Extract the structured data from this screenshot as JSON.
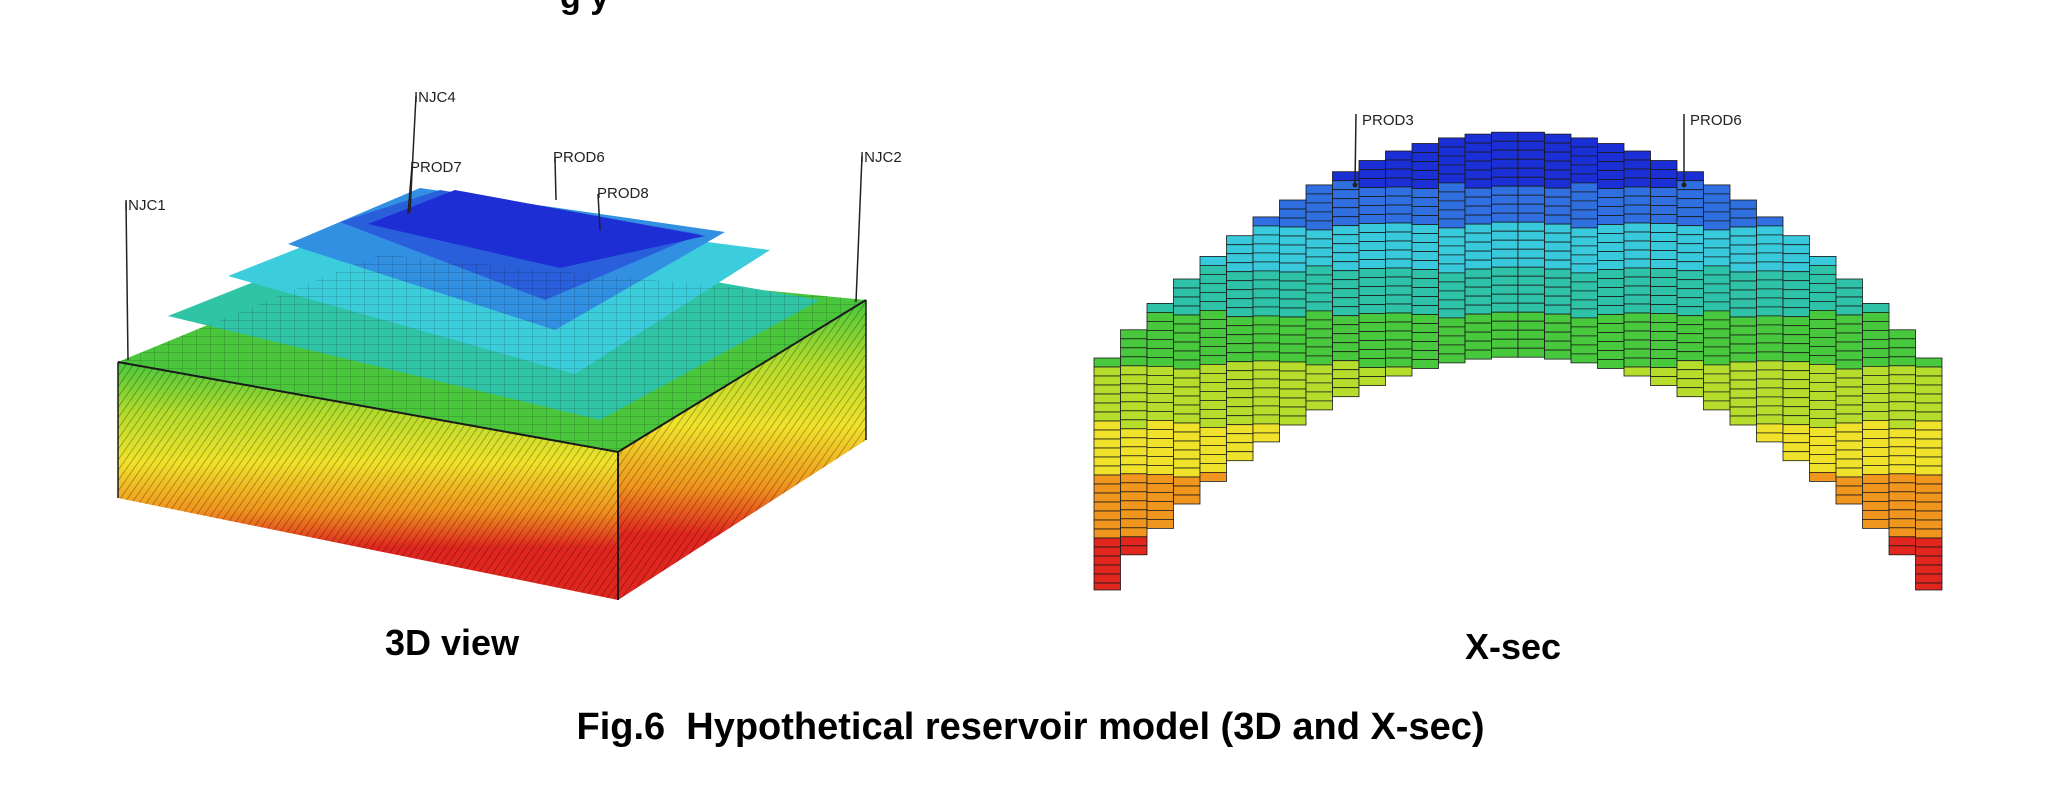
{
  "figure": {
    "cut_title": "g         y",
    "caption": "Fig.6  Hypothetical reservoir model (3D and X-sec)",
    "left_panel_label": "3D view",
    "right_panel_label": "X-sec"
  },
  "wells_3d": [
    {
      "name": "INJC4"
    },
    {
      "name": "PROD7"
    },
    {
      "name": "PROD6"
    },
    {
      "name": "PROD8"
    },
    {
      "name": "INJC1"
    },
    {
      "name": "INJC2"
    }
  ],
  "wells_xsec": [
    {
      "name": "PROD3"
    },
    {
      "name": "PROD6"
    }
  ],
  "colors": {
    "deep_blue": "#1b2fd6",
    "blue": "#2f6fe0",
    "cyan": "#38c9dc",
    "teal": "#2ec3a8",
    "green": "#48c83c",
    "yellow_green": "#b6dc2c",
    "yellow": "#f0e22a",
    "orange": "#f0951e",
    "red": "#e0261e"
  }
}
